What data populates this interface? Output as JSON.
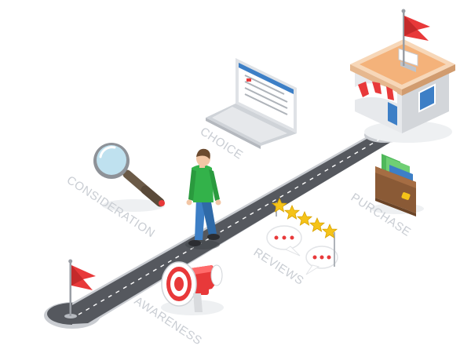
{
  "stages": {
    "awareness": "AWARENESS",
    "consideration": "CONSIDERATION",
    "choice": "CHOICE",
    "reviews": "REVIEWS",
    "purchase": "PURCHASE"
  },
  "rating": {
    "stars": 5,
    "filled": 5
  },
  "colors": {
    "road": "#55585e",
    "road_edge": "#c9ccd1",
    "flag": "#e8393a",
    "shirt": "#33b24a",
    "pants": "#3d7fc6",
    "megaphone": "#e8393a",
    "star": "#f5c318",
    "label": "#c9cdd3"
  },
  "icons": [
    "flag-icon",
    "megaphone-icon",
    "magnifier-icon",
    "laptop-icon",
    "speech-bubble-icon",
    "star-icon",
    "wallet-icon",
    "store-icon"
  ]
}
